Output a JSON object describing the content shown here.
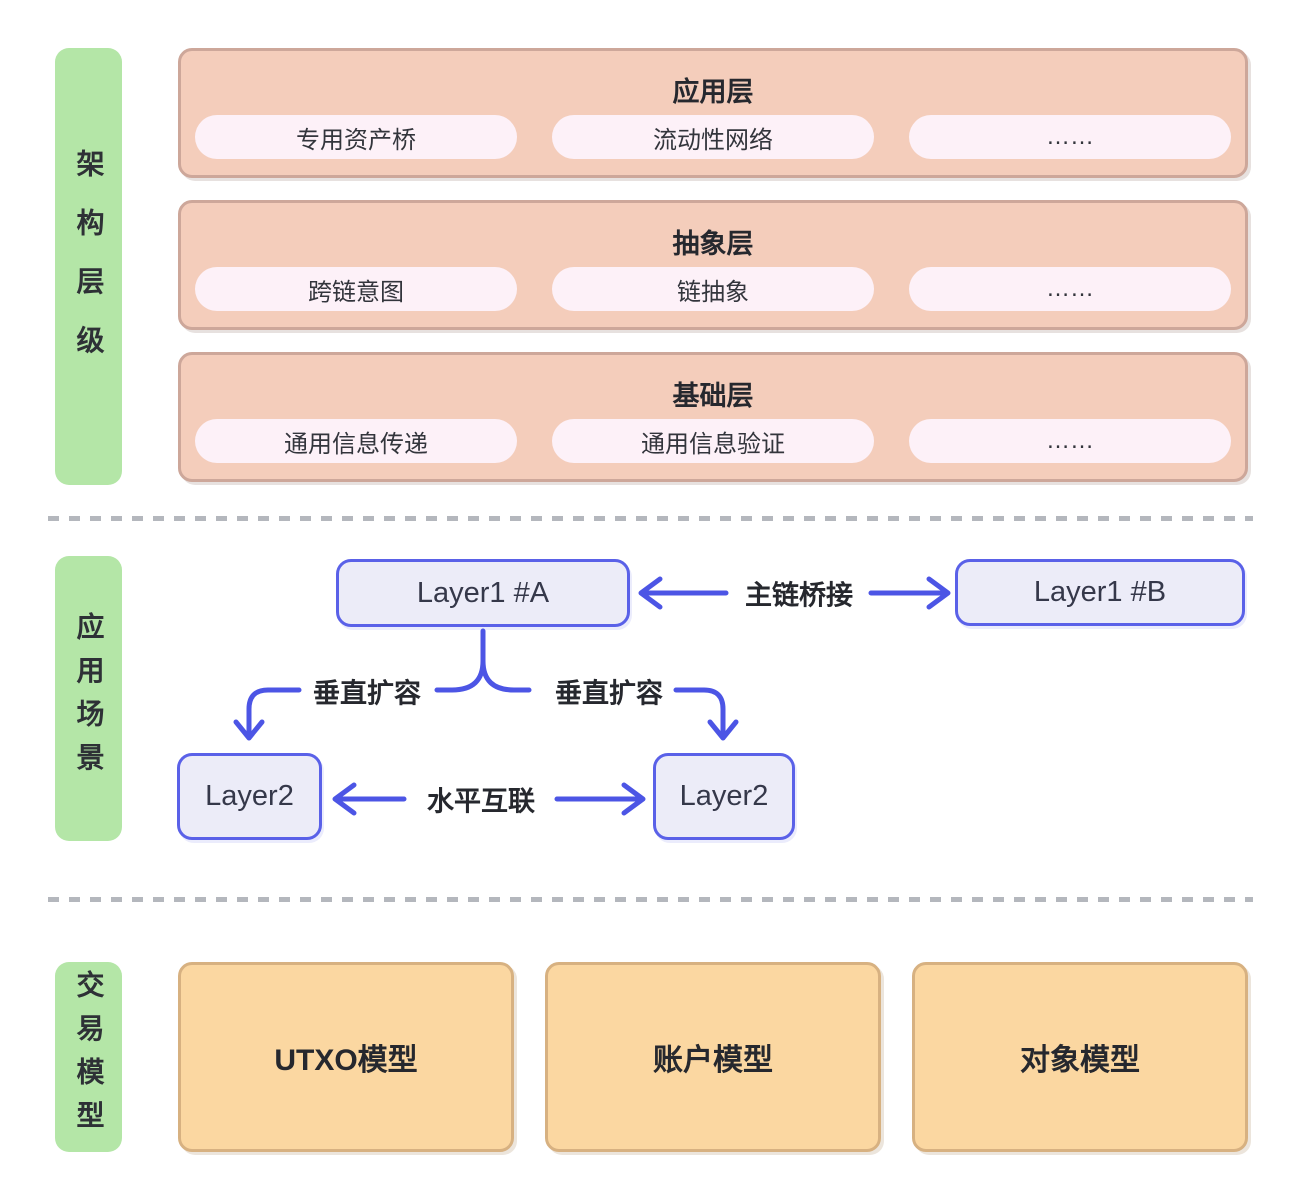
{
  "sections": {
    "architecture": {
      "side_label": "架构层级",
      "layers": [
        {
          "title": "应用层",
          "pills": [
            "专用资产桥",
            "流动性网络",
            "……"
          ]
        },
        {
          "title": "抽象层",
          "pills": [
            "跨链意图",
            "链抽象",
            "……"
          ]
        },
        {
          "title": "基础层",
          "pills": [
            "通用信息传递",
            "通用信息验证",
            "……"
          ]
        }
      ]
    },
    "scenarios": {
      "side_label": "应用场景",
      "nodes": {
        "layer1a": "Layer1 #A",
        "layer1b": "Layer1 #B",
        "layer2_left": "Layer2",
        "layer2_right": "Layer2"
      },
      "edges": {
        "bridge": "主链桥接",
        "vertical_left": "垂直扩容",
        "vertical_right": "垂直扩容",
        "horizontal": "水平互联"
      }
    },
    "models": {
      "side_label": "交易模型",
      "boxes": [
        "UTXO模型",
        "账户模型",
        "对象模型"
      ]
    }
  },
  "colors": {
    "green_label": "#b4e6a7",
    "salmon_fill": "#f4cdbb",
    "salmon_border": "#cda79a",
    "pill_fill": "#fdf1f8",
    "node_fill": "#ececf8",
    "node_border": "#5a61e8",
    "arrow": "#4c55e5",
    "orange_fill": "#fbd7a1",
    "orange_border": "#d7b181",
    "dash": "#b4b7bd",
    "text": "#26282e"
  }
}
